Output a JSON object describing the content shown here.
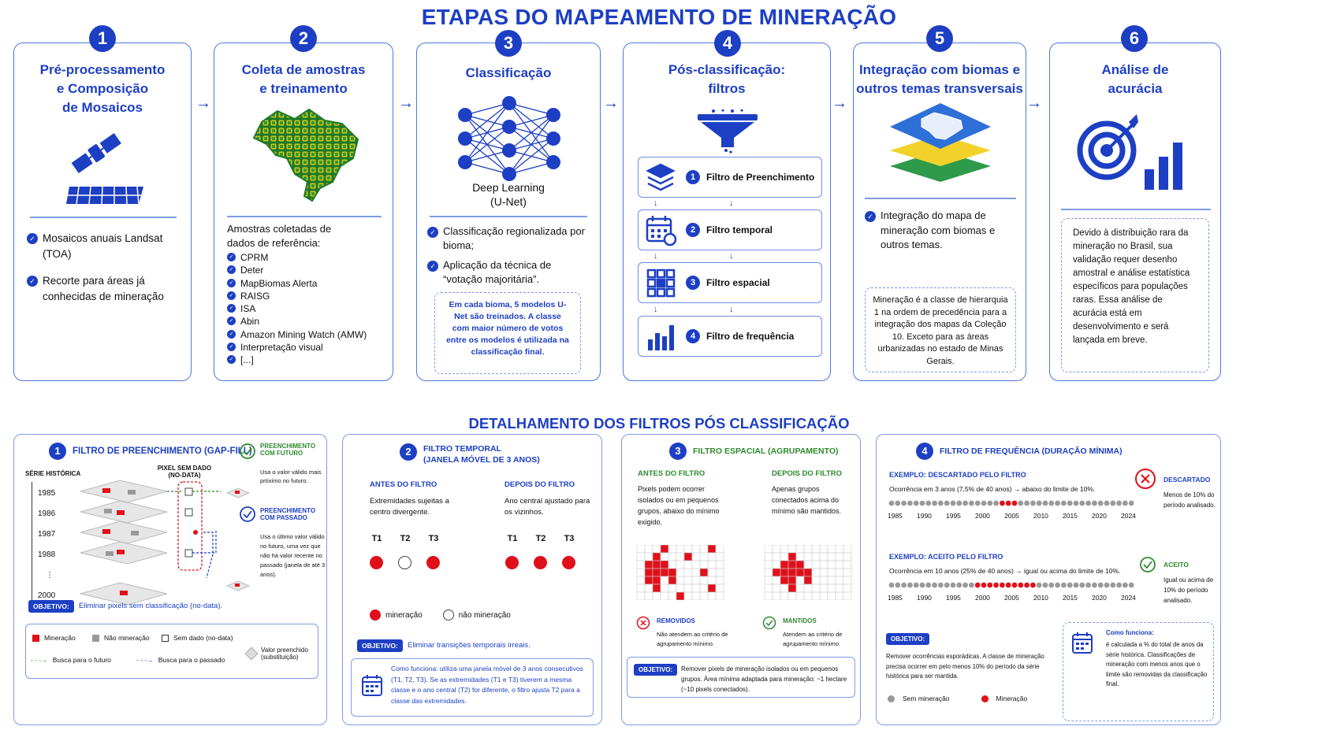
{
  "title": "ETAPAS DO MAPEAMENTO DE MINERAÇÃO",
  "subtitle": "DETALHAMENTO DOS FILTROS PÓS CLASSIFICAÇÃO",
  "colors": {
    "primary": "#1d3fc4",
    "mining_red": "#e0101a",
    "green": "#2f8a2f"
  },
  "steps": [
    {
      "num": "1",
      "title": "Pré-processamento\ne Composição\nde Mosaicos",
      "icon": "satellite-icon",
      "items": [
        "Mosaicos anuais Landsat (TOA)",
        "Recorte para áreas já conhecidas de mineração"
      ]
    },
    {
      "num": "2",
      "title": "Coleta de amostras\ne treinamento",
      "icon": "brazil-grid-map-icon",
      "intro": "Amostras coletadas de dados de referência:",
      "items": [
        "CPRM",
        "Deter",
        "MapBiomas Alerta",
        "RAISG",
        "ISA",
        "Abin",
        "Amazon Mining Watch (AMW)",
        "Interpretação visual",
        "[...]"
      ]
    },
    {
      "num": "3",
      "title": "Classificação",
      "icon": "neural-network-icon",
      "caption": "Deep Learning\n(U-Net)",
      "items": [
        "Classificação regionalizada por bioma;",
        "Aplicação da técnica de “votação majoritária”."
      ],
      "note": "Em cada bioma, 5 modelos U-Net são treinados. A classe com maior número de votos entre os modelos é utilizada na classificação final."
    },
    {
      "num": "4",
      "title": "Pós-classificação:\nfiltros",
      "icon": "funnel-icon",
      "filters": [
        {
          "n": "1",
          "label": "Filtro de Preenchimento",
          "icon": "layers-icon"
        },
        {
          "n": "2",
          "label": "Filtro temporal",
          "icon": "calendar-icon"
        },
        {
          "n": "3",
          "label": "Filtro espacial",
          "icon": "grid-icon"
        },
        {
          "n": "4",
          "label": "Filtro de frequência",
          "icon": "bar-chart-icon"
        }
      ]
    },
    {
      "num": "5",
      "title": "Integração com biomas e\noutros temas transversais",
      "icon": "stacked-layers-map-icon",
      "items": [
        "Integração do mapa de mineração com biomas e outros temas."
      ],
      "note": "Mineração é a classe de hierarquia 1 na ordem de precedência para a integração dos mapas da Coleção 10. Exceto para as áreas urbanizadas no estado de Minas Gerais."
    },
    {
      "num": "6",
      "title": "Análise de\nacurácia",
      "icon": "target-chart-icon",
      "note": "Devido à distribuição rara da mineração no Brasil, sua validação requer desenho amostral e análise estatística específicos para populações raras. Essa análise de acurácia está em desenvolvimento e será lançada em breve."
    }
  ],
  "panel1": {
    "num": "1",
    "title": "FILTRO DE PREENCHIMENTO (GAP-FILL)",
    "serie_label": "SÉRIE HISTÓRICA",
    "pixel_label": "PIXEL SEM DADO\n(NO-DATA)",
    "years": [
      "1985",
      "1986",
      "1987",
      "1988",
      "⋮",
      "2000"
    ],
    "future_title": "PREENCHIMENTO COM FUTURO",
    "future_text": "Usa o valor válido mais próximo no futuro.",
    "past_title": "PREENCHIMENTO COM PASSADO",
    "past_text": "Usa o último valor válido no futuro, uma vez que não há valor recente no passado (janela de até 3 anos).",
    "objective_label": "OBJETIVO:",
    "objective": "Eliminar pixels sem classificação (no-data).",
    "legend": {
      "mining": "Mineração",
      "non_mining": "Não mineração",
      "no_data": "Sem dado (no-data)",
      "future": "Busca para o futuro",
      "past": "Busca para o passado",
      "filled": "Valor preenchido (substituição)"
    }
  },
  "panel2": {
    "num": "2",
    "title": "FILTRO TEMPORAL\n(JANELA MÓVEL DE 3 ANOS)",
    "before": "ANTES DO FILTRO",
    "before_text": "Extremidades sujeitas a centro divergente.",
    "after": "DEPOIS DO FILTRO",
    "after_text": "Ano central ajustado para os vizinhos.",
    "t_labels": [
      "T1",
      "T2",
      "T3"
    ],
    "before_states": [
      1,
      0,
      1
    ],
    "after_states": [
      1,
      1,
      1
    ],
    "legend_mining": "mineração",
    "legend_non": "não mineração",
    "objective_label": "OBJETIVO:",
    "objective": "Eliminar transições temporais irreais.",
    "how": "Como funciona: utiliza uma janela móvel de 3 anos consecutivos (T1, T2, T3). Se as extremidades (T1 e T3) tiverem a mesma classe e o ano central (T2) for diferente, o filtro ajusta T2 para a classe das extremidades."
  },
  "panel3": {
    "num": "3",
    "title": "FILTRO ESPACIAL (AGRUPAMENTO)",
    "before": "ANTES DO FILTRO",
    "before_text": "Pixels podem ocorrer isolados ou em pequenos grupos, abaixo do mínimo exigido.",
    "after": "DEPOIS DO FILTRO",
    "after_text": "Apenas grupos conectados acima do mínimo são mantidos.",
    "removed_title": "REMOVIDOS",
    "removed_text": "Não atendem ao critério de agrupamento mínimo.",
    "kept_title": "MANTIDOS",
    "kept_text": "Atendem ao critério de agrupamento mínimo.",
    "objective_label": "OBJETIVO:",
    "objective": "Remover pixels de mineração isolados ou em pequenos grupos. Área mínima adaptada para mineração: ~1 hectare (~10 pixels conectados)."
  },
  "panel4": {
    "num": "4",
    "title": "FILTRO DE FREQUÊNCIA (DURAÇÃO MÍNIMA)",
    "ex1_title": "EXEMPLO: DESCARTADO PELO FILTRO",
    "ex1_text": "Ocorrência em 3 anos (7,5% de 40 anos) → abaixo do limite de 10%.",
    "ex1_status": "DESCARTADO",
    "ex1_status_text": "Menos de 10% do período analisado.",
    "ex2_title": "EXEMPLO: ACEITO PELO FILTRO",
    "ex2_text": "Ocorrência em 10 anos (25% de 40 anos) → igual ou acima do limite de 10%.",
    "ex2_status": "ACEITO",
    "ex2_status_text": "Igual ou acima de 10% do período analisado.",
    "years": [
      "1985",
      "1990",
      "1995",
      "2000",
      "2005",
      "2010",
      "2015",
      "2020",
      "2024"
    ],
    "ex1_red_range": [
      18,
      20
    ],
    "ex2_red_range": [
      14,
      23
    ],
    "total_dots": 40,
    "objective_label": "OBJETIVO:",
    "objective": "Remover ocorrências esporádicas. A classe de mineração precisa ocorrer em pelo menos 10% do período da série histórica para ser mantida.",
    "how_title": "Como funciona:",
    "how": "é calculada a % do total de anos da série histórica. Classificações de mineração com menos anos que o limite são removidas da classificação final.",
    "legend_non": "Sem mineração",
    "legend_mining": "Mineração"
  }
}
